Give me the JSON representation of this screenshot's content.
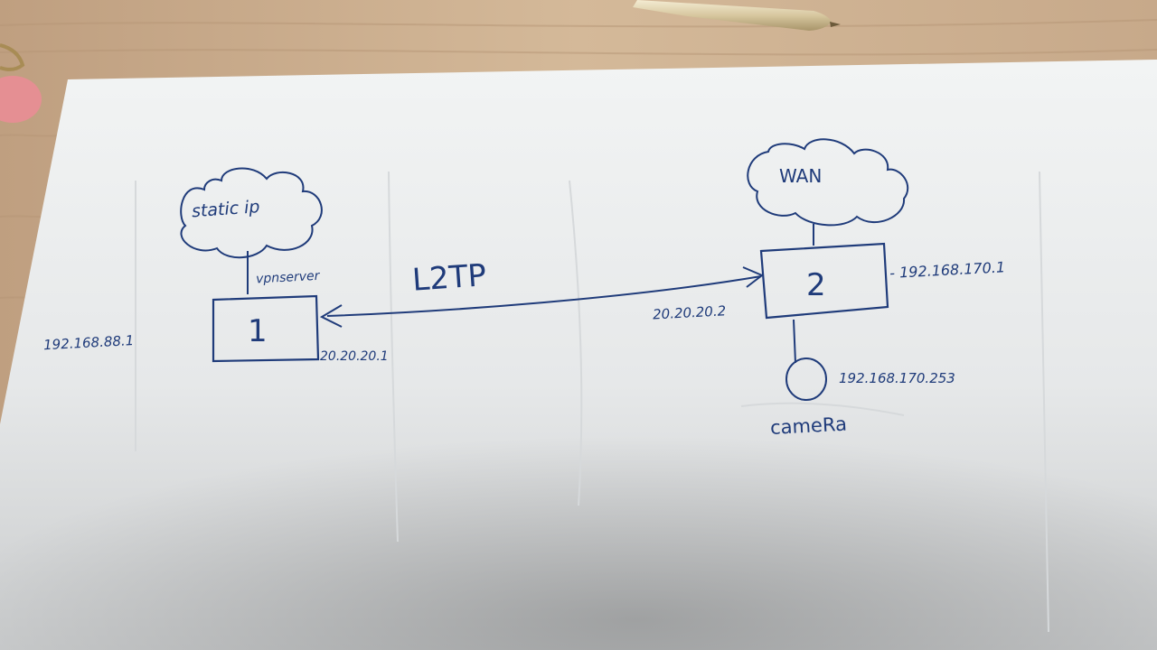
{
  "colors": {
    "ink": "#1f3b7a",
    "paper": "#eef0f0",
    "desk": "#c9ad8f"
  },
  "left_cloud": {
    "label": "static ip"
  },
  "left_router": {
    "number": "1",
    "role_label": "vpnserver",
    "lan_ip": "192.168.88.1",
    "tunnel_ip": "20.20.20.1"
  },
  "tunnel": {
    "protocol": "L2TP"
  },
  "right_cloud": {
    "label": "WAN"
  },
  "right_router": {
    "number": "2",
    "lan_ip": "- 192.168.170.1",
    "tunnel_ip": "20.20.20.2"
  },
  "camera": {
    "label": "cameRa",
    "ip": "192.168.170.253"
  }
}
